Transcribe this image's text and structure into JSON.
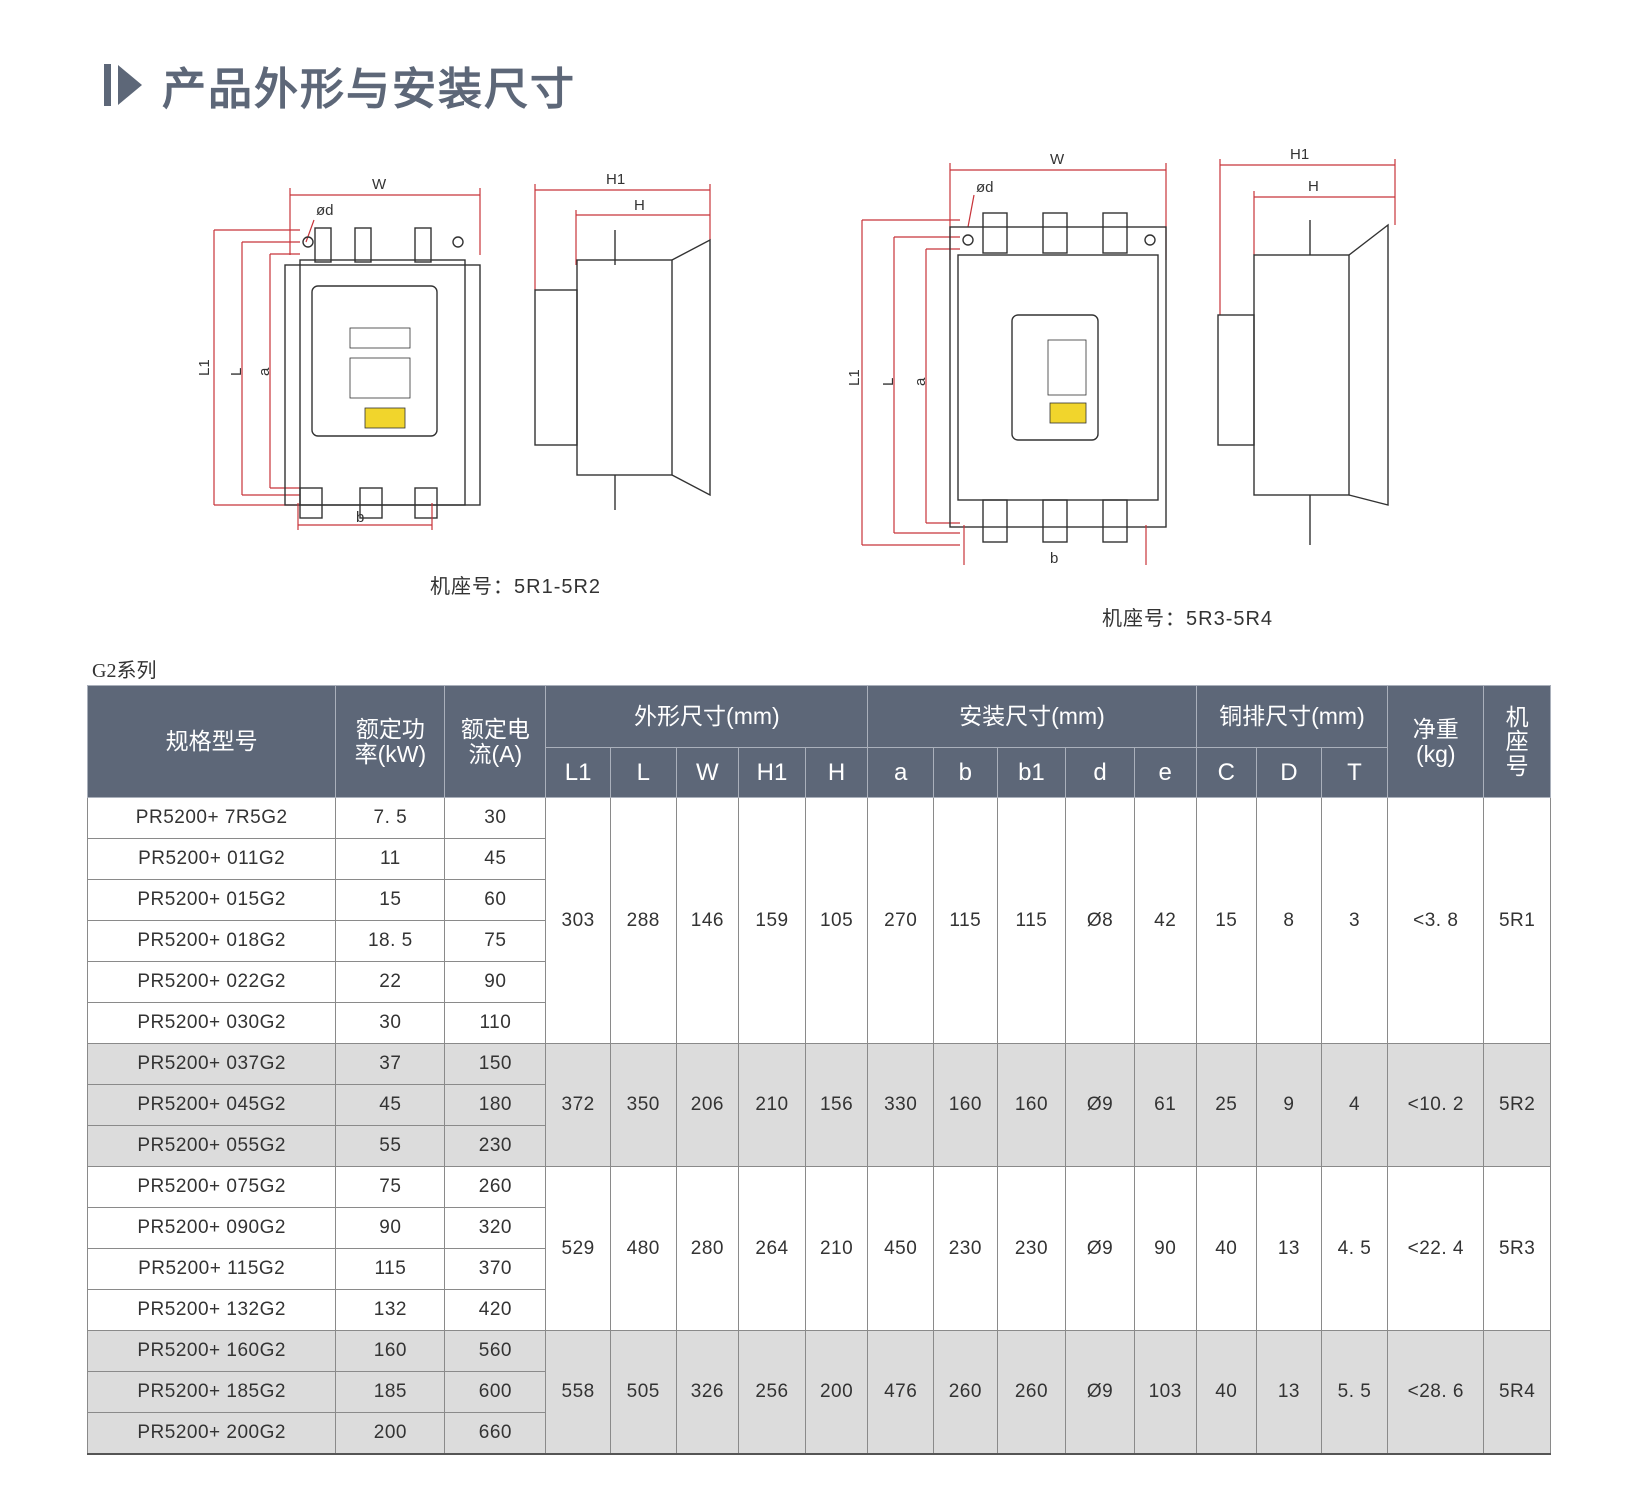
{
  "page": {
    "title": "产品外形与安装尺寸",
    "series_label": "G2系列"
  },
  "drawings": {
    "left": {
      "caption": "机座号：5R1-5R2",
      "labels": {
        "W": "W",
        "d": "ød",
        "L1": "L1",
        "L": "L",
        "a": "a",
        "b": "b",
        "H1": "H1",
        "H": "H"
      }
    },
    "right": {
      "caption": "机座号：5R3-5R4",
      "labels": {
        "W": "W",
        "d": "ød",
        "L1": "L1",
        "L": "L",
        "a": "a",
        "b": "b",
        "H1": "H1",
        "H": "H"
      }
    }
  },
  "table": {
    "headers": {
      "model": "规格型号",
      "power": "额定功率(kW)",
      "current": "额定电流(A)",
      "outline": "外形尺寸(mm)",
      "install": "安装尺寸(mm)",
      "copper": "铜排尺寸(mm)",
      "weight": "净重(kg)",
      "frame": "机座号",
      "sub": [
        "L1",
        "L",
        "W",
        "H1",
        "H",
        "a",
        "b",
        "b1",
        "d",
        "e",
        "C",
        "D",
        "T"
      ]
    },
    "groups": [
      {
        "shaded": false,
        "models": [
          {
            "model": "PR5200+ 7R5G2",
            "power": "7. 5",
            "current": "30"
          },
          {
            "model": "PR5200+ 011G2",
            "power": "11",
            "current": "45"
          },
          {
            "model": "PR5200+ 015G2",
            "power": "15",
            "current": "60"
          },
          {
            "model": "PR5200+ 018G2",
            "power": "18. 5",
            "current": "75"
          },
          {
            "model": "PR5200+ 022G2",
            "power": "22",
            "current": "90"
          },
          {
            "model": "PR5200+ 030G2",
            "power": "30",
            "current": "110"
          }
        ],
        "dims": [
          "303",
          "288",
          "146",
          "159",
          "105",
          "270",
          "115",
          "115",
          "Ø8",
          "42",
          "15",
          "8",
          "3",
          "<3. 8",
          "5R1"
        ]
      },
      {
        "shaded": true,
        "models": [
          {
            "model": "PR5200+ 037G2",
            "power": "37",
            "current": "150"
          },
          {
            "model": "PR5200+ 045G2",
            "power": "45",
            "current": "180"
          },
          {
            "model": "PR5200+ 055G2",
            "power": "55",
            "current": "230"
          }
        ],
        "dims": [
          "372",
          "350",
          "206",
          "210",
          "156",
          "330",
          "160",
          "160",
          "Ø9",
          "61",
          "25",
          "9",
          "4",
          "<10. 2",
          "5R2"
        ]
      },
      {
        "shaded": false,
        "models": [
          {
            "model": "PR5200+ 075G2",
            "power": "75",
            "current": "260"
          },
          {
            "model": "PR5200+ 090G2",
            "power": "90",
            "current": "320"
          },
          {
            "model": "PR5200+ 115G2",
            "power": "115",
            "current": "370"
          },
          {
            "model": "PR5200+ 132G2",
            "power": "132",
            "current": "420"
          }
        ],
        "dims": [
          "529",
          "480",
          "280",
          "264",
          "210",
          "450",
          "230",
          "230",
          "Ø9",
          "90",
          "40",
          "13",
          "4. 5",
          "<22. 4",
          "5R3"
        ]
      },
      {
        "shaded": true,
        "models": [
          {
            "model": "PR5200+ 160G2",
            "power": "160",
            "current": "560"
          },
          {
            "model": "PR5200+ 185G2",
            "power": "185",
            "current": "600"
          },
          {
            "model": "PR5200+ 200G2",
            "power": "200",
            "current": "660"
          }
        ],
        "dims": [
          "558",
          "505",
          "326",
          "256",
          "200",
          "476",
          "260",
          "260",
          "Ø9",
          "103",
          "40",
          "13",
          "5. 5",
          "<28. 6",
          "5R4"
        ]
      }
    ]
  },
  "colors": {
    "header_bg": "#5d6778",
    "dimension_line": "#c8343a",
    "shaded_row": "#dcdcdc"
  }
}
